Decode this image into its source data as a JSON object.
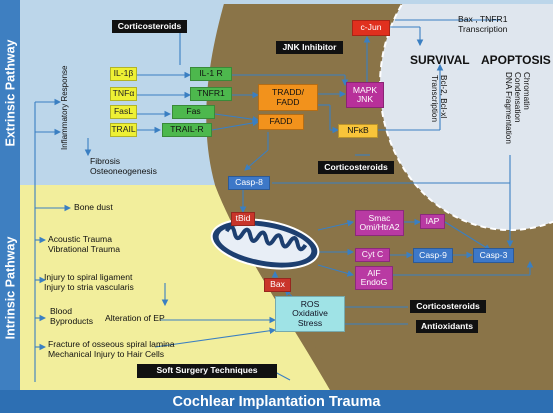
{
  "sidebar": {
    "extrinsic": "Extrinsic Pathway",
    "intrinsic": "Intrinsic Pathway"
  },
  "footer": "Cochlear Implantation Trauma",
  "outcomes": {
    "survival": "SURVIVAL",
    "apoptosis": "APOPTOSIS"
  },
  "labels": {
    "corticosteroids_top": "Corticosteroids",
    "corticosteroids_mid": "Corticosteroids",
    "corticosteroids_low": "Corticosteroids",
    "jnk_inhibitor": "JNK Inhibitor",
    "antioxidants": "Antioxidants",
    "soft_surgery": "Soft Surgery Techniques",
    "inflammatory_response": "Inflammatory Response",
    "fibrosis_line1": "Fibrosis",
    "fibrosis_line2": "Osteoneogenesis",
    "bone_dust": "Bone dust",
    "acoustic_line1": "Acoustic Trauma",
    "acoustic_line2": "Vibrational Trauma",
    "injury_line1": "Injury to spiral ligament",
    "injury_line2": "Injury to stria vascularis",
    "blood_line1": "Blood",
    "blood_line2": "Byproducts",
    "alteration_ep": "Alteration of EP",
    "fracture_line1": "Fracture of osseous spiral lamina",
    "fracture_line2": "Mechanical Injury to Hair Cells",
    "bax_tnfr1_line1": "Bax , TNFR1",
    "bax_tnfr1_line2": "Transcription",
    "bcl_line1": "Bcl-2, Bcl-xl",
    "bcl_line2": "Transcription",
    "chromatin_line1": "Chromatin",
    "chromatin_line2": "Condensation",
    "chromatin_line3": "DNA Fragmentation"
  },
  "nodes": {
    "il1b": "IL-1β",
    "tnfa": "TNFα",
    "fasl": "FasL",
    "trail": "TRAIL",
    "il1r": "IL-1 R",
    "tnfr1": "TNFR1",
    "fas": "Fas",
    "trailr": "TRAIL-R",
    "tradd_line1": "TRADD/",
    "tradd_line2": "FADD",
    "fadd": "FADD",
    "cjun": "c-Jun",
    "mapk_line1": "MAPK",
    "mapk_line2": "JNK",
    "nfkb": "NFκB",
    "casp8": "Casp-8",
    "tbid": "tBid",
    "smac_line1": "Smac",
    "smac_line2": "Omi/HtrA2",
    "iap": "IAP",
    "cytc": "Cyt C",
    "casp9": "Casp-9",
    "casp3": "Casp-3",
    "aif_line1": "AIF",
    "aif_line2": "EndoG",
    "bax": "Bax",
    "ros_line1": "ROS",
    "ros_line2": "Oxidative",
    "ros_line3": "Stress"
  },
  "colors": {
    "extrinsic_bg": "#bcd6ea",
    "intrinsic_bg": "#f2ee9c",
    "cell_bg": "#8a7448",
    "nucleus_bg": "#dfe6ee",
    "sidebar": "#3e7fc1"
  }
}
